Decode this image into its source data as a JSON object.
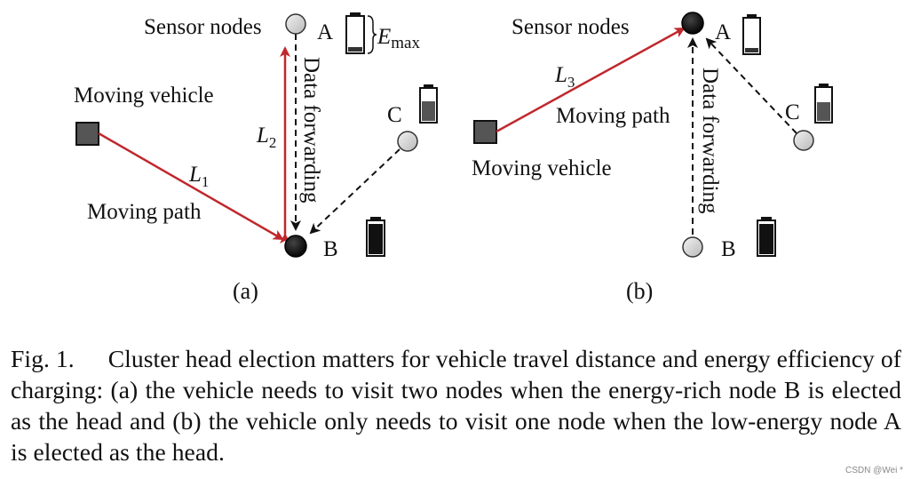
{
  "panel_a": {
    "sensor_nodes_label": "Sensor nodes",
    "moving_vehicle_label": "Moving vehicle",
    "moving_path_label": "Moving path",
    "data_forwarding_label": "Data forwarding",
    "node_a": "A",
    "node_b": "B",
    "node_c": "C",
    "emax_main": "E",
    "emax_sub": "max",
    "l1_main": "L",
    "l1_sub": "1",
    "l2_main": "L",
    "l2_sub": "2",
    "sub_label": "(a)"
  },
  "panel_b": {
    "sensor_nodes_label": "Sensor nodes",
    "moving_vehicle_label": "Moving vehicle",
    "moving_path_label": "Moving path",
    "data_forwarding_label": "Data forwarding",
    "node_a": "A",
    "node_b": "B",
    "node_c": "C",
    "l3_main": "L",
    "l3_sub": "3",
    "sub_label": "(b)"
  },
  "caption": {
    "fig_label": "Fig. 1.",
    "text": "Cluster head election matters for vehicle travel distance and energy efficiency of charging: (a) the vehicle needs to visit two nodes when the energy-rich node B is elected as the head and (b) the vehicle only needs to visit one node when the low-energy node A is elected as the head."
  },
  "watermark": "CSDN @Wei *",
  "colors": {
    "path_red": "#c0282d",
    "vehicle_gray": "#555555",
    "node_light": "#dcdcdc",
    "node_head": "#000000"
  }
}
